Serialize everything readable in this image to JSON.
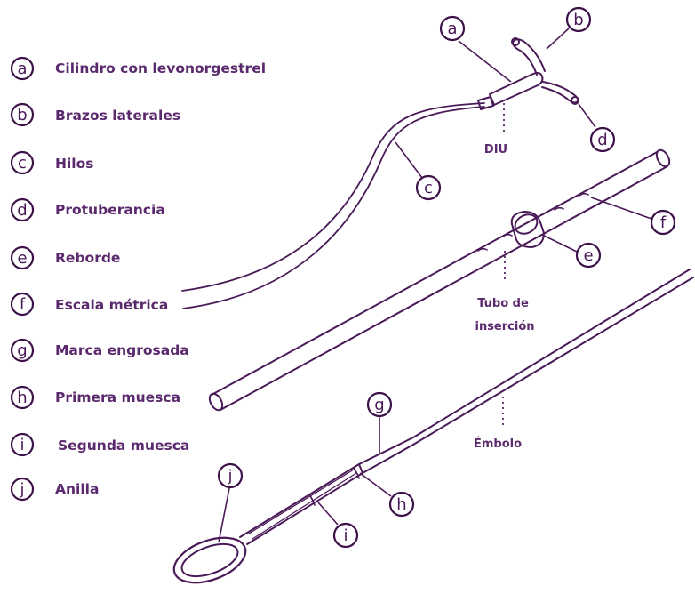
{
  "legend": [
    {
      "letter": "a",
      "label": "Cilindro con levonorgestrel"
    },
    {
      "letter": "b",
      "label": "Brazos laterales"
    },
    {
      "letter": "c",
      "label": "Hilos"
    },
    {
      "letter": "d",
      "label": "Protuberancia"
    },
    {
      "letter": "e",
      "label": "Reborde"
    },
    {
      "letter": "f",
      "label": "Escala métrica"
    },
    {
      "letter": "g",
      "label": "Marca engrosada"
    },
    {
      "letter": "h",
      "label": "Primera muesca"
    },
    {
      "letter": "i",
      "label": "Segunda muesca"
    },
    {
      "letter": "j",
      "label": "Anilla"
    }
  ],
  "callouts": {
    "a": "a",
    "b": "b",
    "c": "c",
    "d": "d",
    "e": "e",
    "f": "f",
    "g": "g",
    "h": "h",
    "i": "i",
    "j": "j"
  },
  "parts": {
    "diu": "DIU",
    "tube_line1": "Tubo de",
    "tube_line2": "inserción",
    "plunger": "Émbolo"
  },
  "colors": {
    "ink": "#4a1a58",
    "label": "#5b2a6e",
    "background": "#ffffff"
  }
}
